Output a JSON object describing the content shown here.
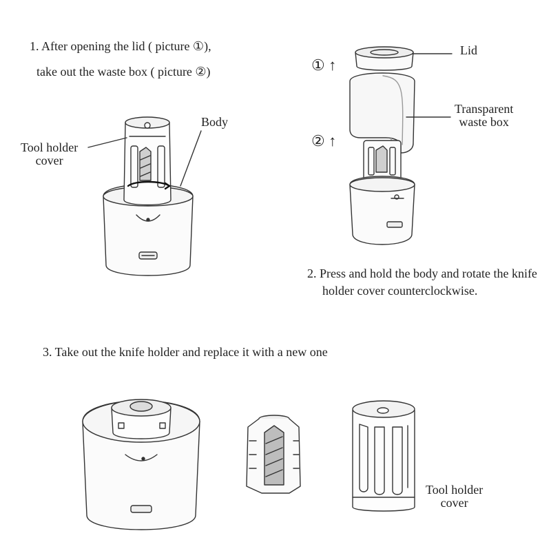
{
  "steps": {
    "step1_line1": "1. After opening the lid ( picture ①),",
    "step1_line2": "take out the waste box ( picture ②)",
    "step2_line1": "2. Press and hold the body and rotate the knife",
    "step2_line2": "holder cover counterclockwise.",
    "step3": "3. Take out the knife holder and replace it with a new one"
  },
  "labels": {
    "body": "Body",
    "tool_holder_cover_line1": "Tool holder",
    "tool_holder_cover_line2": "cover",
    "lid": "Lid",
    "transparent_waste_box_line1": "Transparent",
    "transparent_waste_box_line2": "waste box",
    "bottom_tool_holder_cover_line1": "Tool holder",
    "bottom_tool_holder_cover_line2": "cover"
  },
  "markers": {
    "lid_marker": "① ↑",
    "waste_box_marker": "② ↑"
  }
}
